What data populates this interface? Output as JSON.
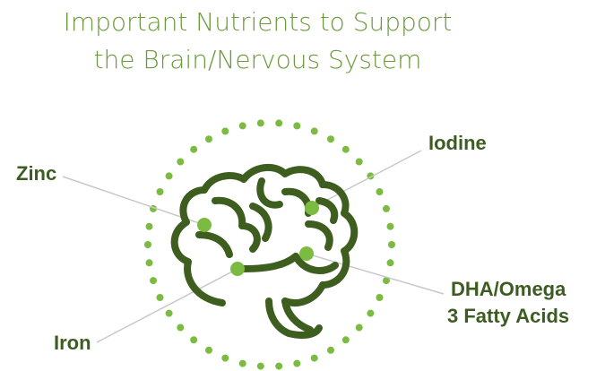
{
  "title": {
    "line1": "Important Nutrients to Support",
    "line2": "the Brain/Nervous System"
  },
  "labels": {
    "zinc": "Zinc",
    "iodine": "Iodine",
    "iron": "Iron",
    "dha_line1": "DHA/Omega",
    "dha_line2": "3 Fatty Acids"
  },
  "colors": {
    "title_green": "#6c9a3c",
    "label_green": "#3d5c22",
    "brain_stroke": "#3e5e1f",
    "dot_green": "#7cbb42",
    "leader_gray": "#c8c8c8"
  },
  "icons": {
    "brain": "brain-icon"
  }
}
